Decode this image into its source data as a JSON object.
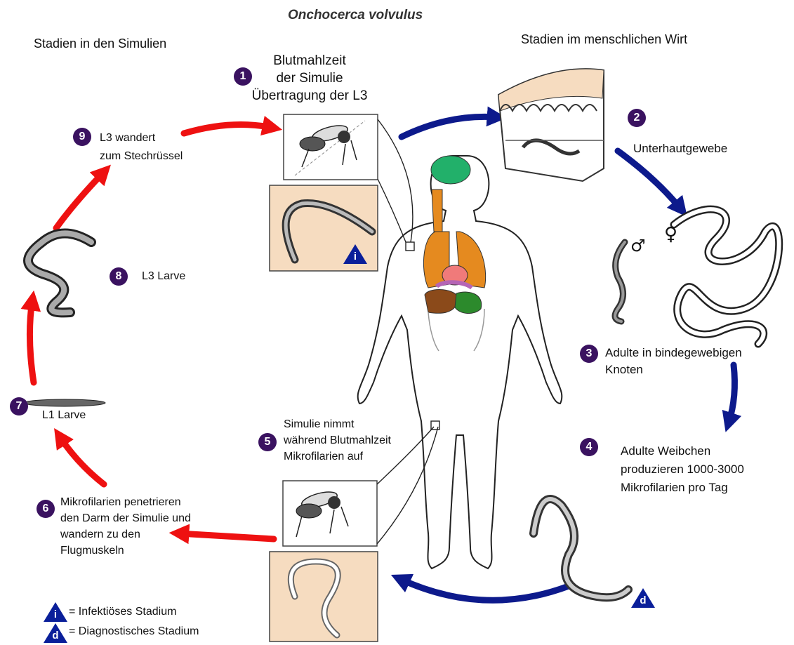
{
  "title": "Onchocerca volvulus",
  "headers": {
    "left": "Stadien in den Simulien",
    "right": "Stadien im menschlichen Wirt"
  },
  "stages": {
    "s1": {
      "num": "1",
      "lines": [
        "Blutmahlzeit",
        "der Simulie",
        "Übertragung der L3"
      ]
    },
    "s2": {
      "num": "2",
      "label": "Unterhautgewebe"
    },
    "s3": {
      "num": "3",
      "lines": [
        "Adulte in bindegewebigen",
        "Knoten"
      ]
    },
    "s4": {
      "num": "4",
      "lines": [
        "Adulte Weibchen",
        "produzieren 1000-3000",
        "Mikrofilarien pro Tag"
      ]
    },
    "s5": {
      "num": "5",
      "lines": [
        "Simulie nimmt",
        "während Blutmahlzeit",
        "Mikrofilarien auf"
      ]
    },
    "s6": {
      "num": "6",
      "lines": [
        "Mikrofilarien penetrieren",
        "den Darm der Simulie und",
        "wandern zu den",
        "Flugmuskeln"
      ]
    },
    "s7": {
      "num": "7",
      "label": "L1 Larve"
    },
    "s8": {
      "num": "8",
      "label": "L3 Larve"
    },
    "s9": {
      "num": "9",
      "lines": [
        "L3 wandert",
        "zum Stechrüssel"
      ]
    }
  },
  "sex_symbols": {
    "male": "♂",
    "female": "♀"
  },
  "markers": {
    "infective": "i",
    "diagnostic": "d"
  },
  "legend": {
    "infective": {
      "letter": "i",
      "text": "= Infektiöses Stadium"
    },
    "diagnostic": {
      "letter": "d",
      "text": "= Diagnostisches Stadium"
    }
  },
  "colors": {
    "human_arrows": "#0d1a8c",
    "vector_arrows": "#ee1111",
    "badge": "#3a1260",
    "marker": "#0a1f9a",
    "panel": "#f6dcc0"
  }
}
